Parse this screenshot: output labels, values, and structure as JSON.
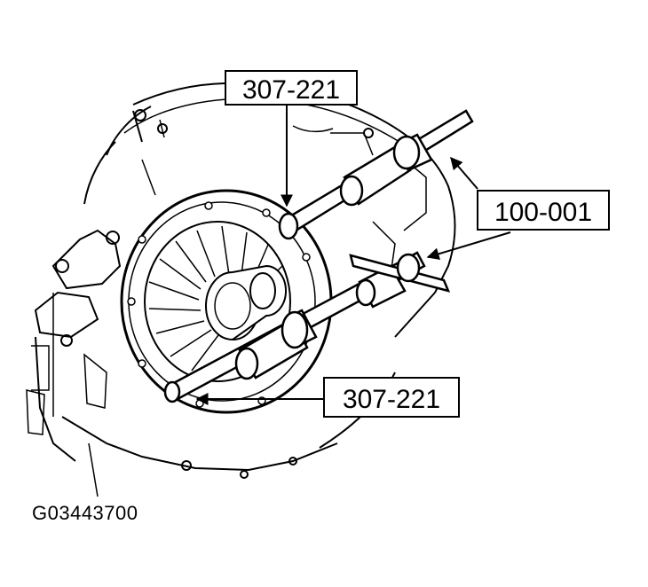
{
  "callouts": {
    "top_tool": "307-221",
    "bottom_tool": "307-221",
    "handle_tool": "100-001"
  },
  "figure_id": "G03443700"
}
